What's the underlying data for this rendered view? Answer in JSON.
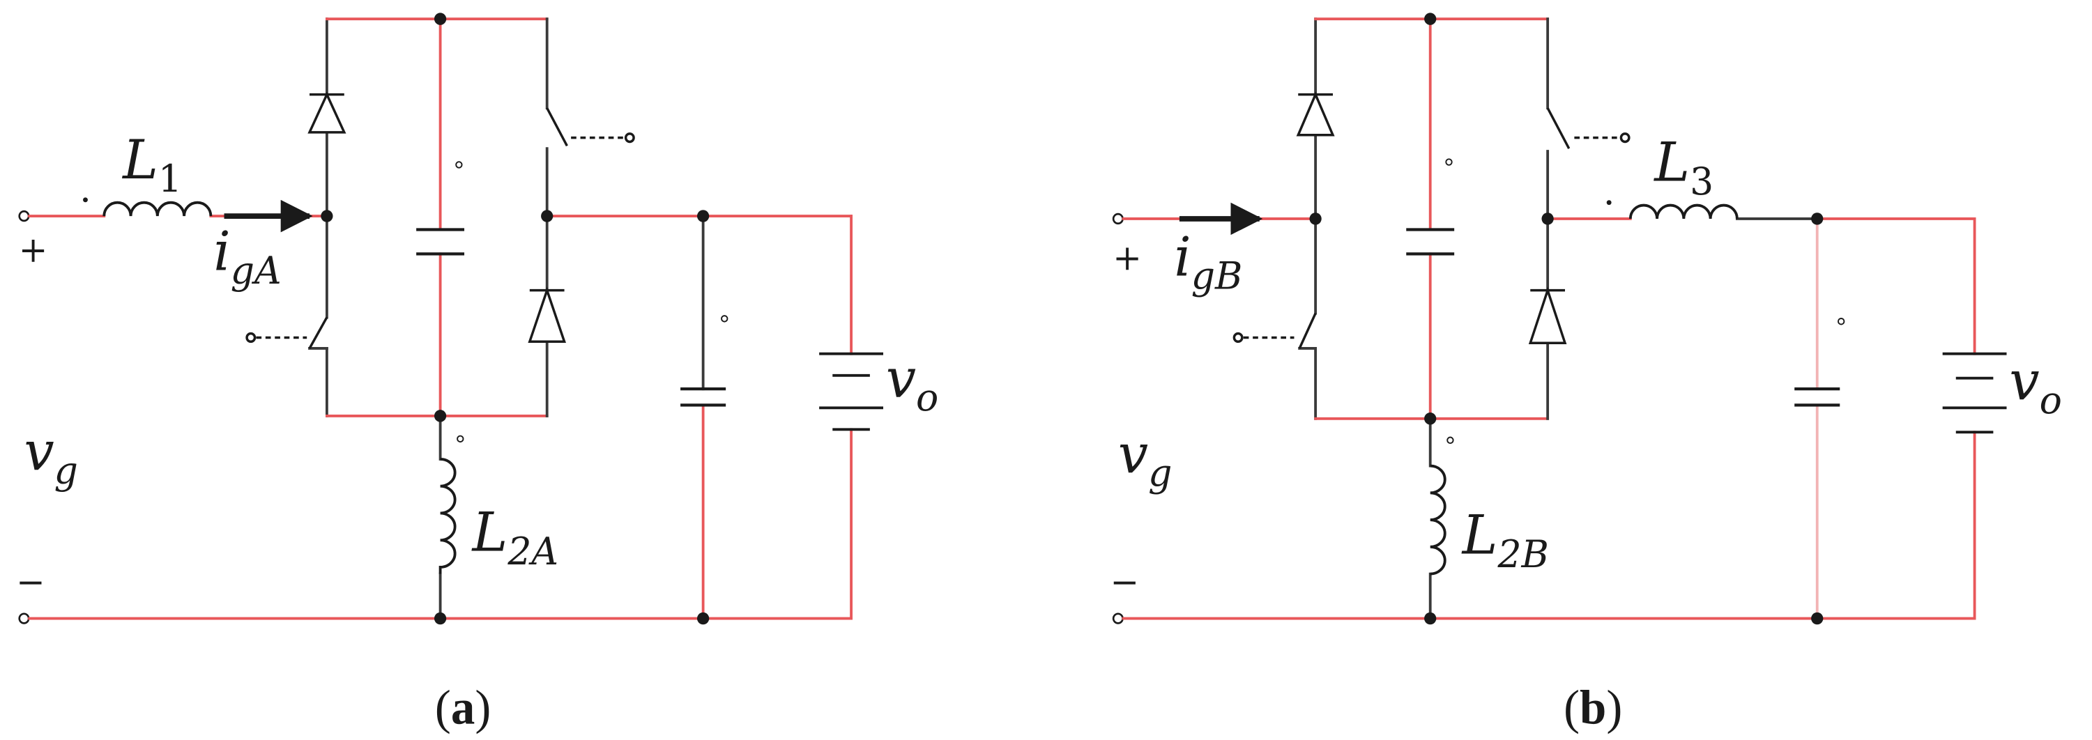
{
  "colors": {
    "wire_active": "#e8575a",
    "wire_inactive": "#3a3a3a",
    "component": "#1a1a1a",
    "background": "#ffffff"
  },
  "circuit_a": {
    "input_plus": "+",
    "input_minus": "−",
    "source_var": "v",
    "source_sub": "g",
    "inductor1_var": "L",
    "inductor1_sub": "1",
    "current_var": "i",
    "current_sub": "gA",
    "inductor2_var": "L",
    "inductor2_sub": "2A",
    "output_var": "v",
    "output_sub": "o",
    "caption_open": "(",
    "caption_letter": "a",
    "caption_close": ")"
  },
  "circuit_b": {
    "input_plus": "+",
    "input_minus": "−",
    "source_var": "v",
    "source_sub": "g",
    "current_var": "i",
    "current_sub": "gB",
    "inductor2_var": "L",
    "inductor2_sub": "2B",
    "inductor3_var": "L",
    "inductor3_sub": "3",
    "output_var": "v",
    "output_sub": "o",
    "caption_open": "(",
    "caption_letter": "b",
    "caption_close": ")"
  }
}
